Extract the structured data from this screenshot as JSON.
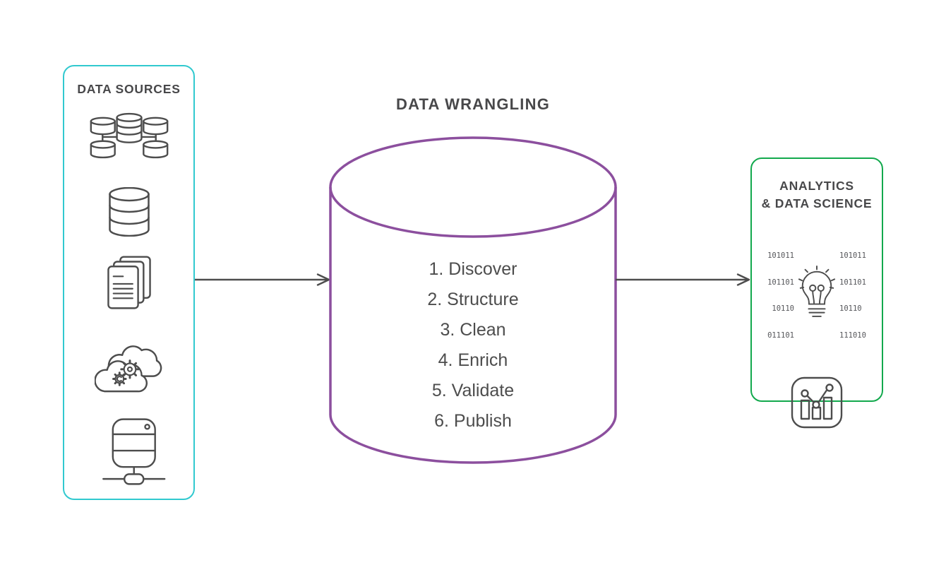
{
  "colors": {
    "source_border": "#31c9cf",
    "wrangling_stroke": "#8c4f9e",
    "analytics_border": "#12a94d",
    "heading_text": "#48484a",
    "body_text": "#4d4d4d",
    "icon_stroke": "#4d4d4d",
    "arrow": "#4d4d4d",
    "binary_text": "#55565a"
  },
  "sources": {
    "title": "DATA SOURCES",
    "icons": [
      "networked-databases",
      "database",
      "documents",
      "cloud-processing",
      "networked-server"
    ]
  },
  "wrangling": {
    "title": "DATA WRANGLING",
    "steps": [
      "1. Discover",
      "2. Structure",
      "3. Clean",
      "4. Enrich",
      "5. Validate",
      "6. Publish"
    ]
  },
  "analytics": {
    "title_line1": "ANALYTICS",
    "title_line2": "& DATA SCIENCE",
    "icons": [
      "binary-lightbulb",
      "bar-line-chart"
    ],
    "binary_left": [
      "101011",
      "101101",
      "10110",
      "011101"
    ],
    "binary_right": [
      "101011",
      "101101",
      "10110",
      "111010"
    ]
  }
}
